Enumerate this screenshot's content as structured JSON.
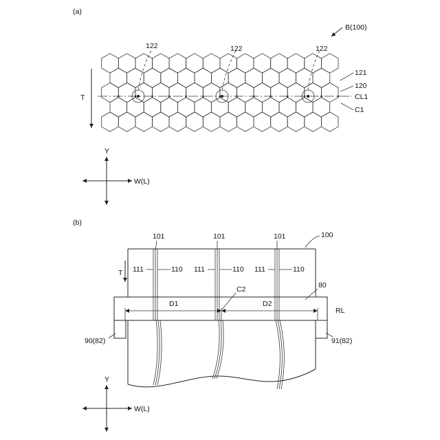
{
  "panel_a": {
    "label": "(a)",
    "ref_b": "B(100)",
    "ref_122": "122",
    "ref_121": "121",
    "ref_120": "120",
    "ref_cl1": "CL1",
    "ref_c1": "C1",
    "ref_t": "T",
    "axis_y": "Y",
    "axis_w": "W(L)"
  },
  "panel_b": {
    "label": "(b)",
    "ref_101": "101",
    "ref_100": "100",
    "ref_111": "111",
    "ref_110": "110",
    "ref_t": "T",
    "ref_c2": "C2",
    "ref_80": "80",
    "ref_d1": "D1",
    "ref_d2": "D2",
    "ref_rl": "RL",
    "ref_90": "90(82)",
    "ref_91": "91(82)",
    "axis_y": "Y",
    "axis_w": "W(L)"
  }
}
